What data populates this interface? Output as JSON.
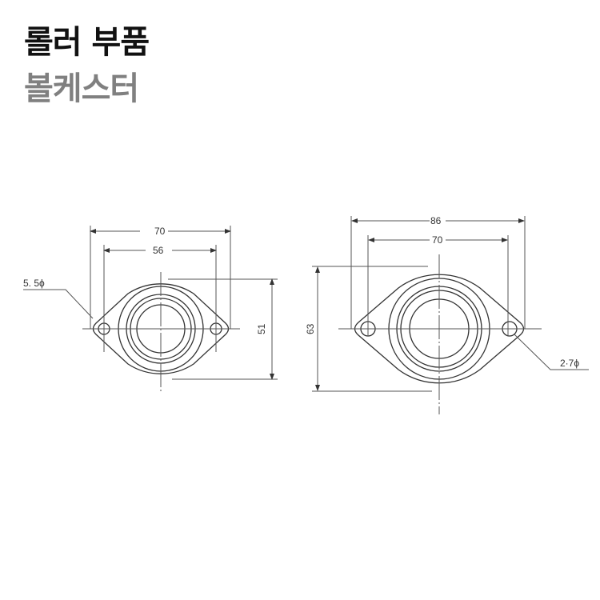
{
  "header": {
    "title": "롤러 부품",
    "subtitle": "볼케스터"
  },
  "drawings": [
    {
      "name": "small-ball-caster",
      "dims": {
        "outer_width": "70",
        "hole_pitch": "56",
        "height": "51",
        "hole_dia": "5. 5ϕ"
      }
    },
    {
      "name": "large-ball-caster",
      "dims": {
        "outer_width": "86",
        "hole_pitch": "70",
        "height": "63",
        "hole_dia": "2·7ϕ"
      }
    }
  ]
}
